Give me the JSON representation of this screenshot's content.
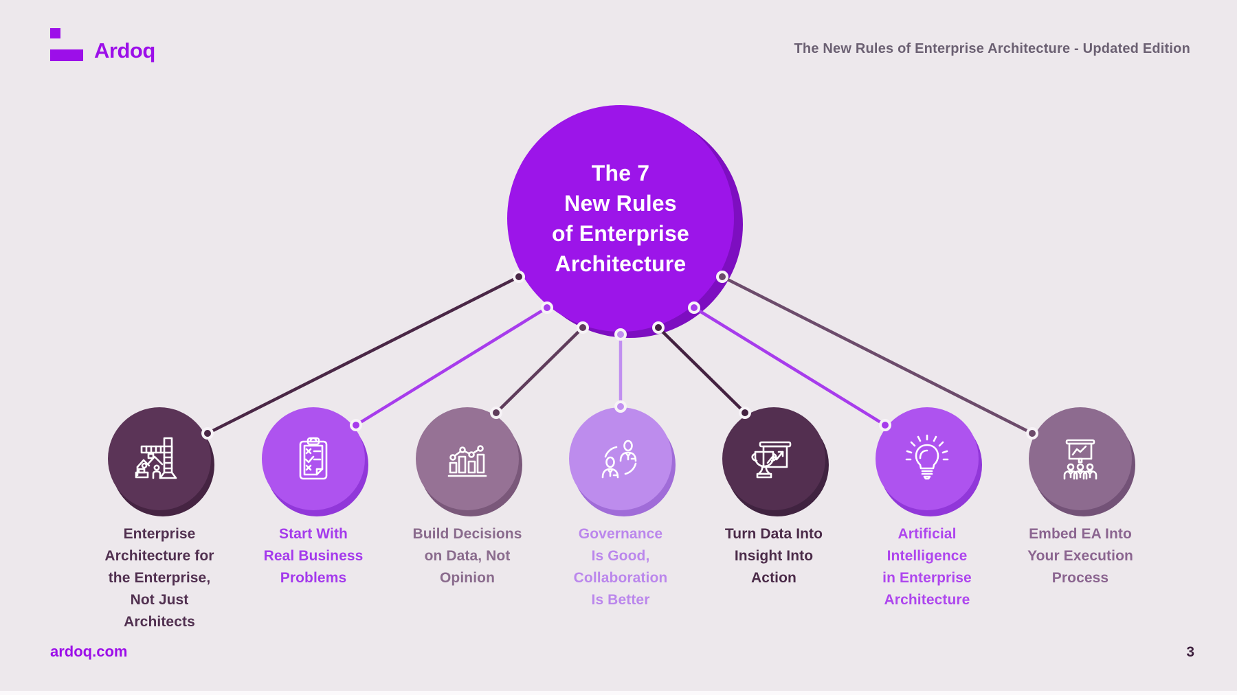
{
  "background": "#EDE8EC",
  "header": {
    "logo": {
      "text": "Ardoq",
      "color": "#9C0FE9"
    },
    "edition": {
      "prefix": "The New Rules of Enterprise Architecture - ",
      "bold": "Updated Edition",
      "color": "#6B6072"
    }
  },
  "center_circle": {
    "title": "The 7\nNew Rules\nof Enterprise\nArchitecture",
    "fill": "#9C15E9",
    "shadow": "#7D0EC0",
    "text_color": "#FFFFFF"
  },
  "rules": [
    {
      "label": "Enterprise\nArchitecture for\nthe Enterprise,\nNot Just\nArchitects",
      "icon": "construction-crane-icon",
      "circle_color": "#5B3457",
      "shadow_color": "#452442",
      "line_color": "#4A2746",
      "label_color": "#513050"
    },
    {
      "label": "Start With\nReal Business\nProblems",
      "icon": "clipboard-checklist-icon",
      "circle_color": "#AE53EF",
      "shadow_color": "#9137D9",
      "line_color": "#A73CEC",
      "label_color": "#A43AEC"
    },
    {
      "label": "Build Decisions\non Data, Not\nOpinion",
      "icon": "bar-chart-icon",
      "circle_color": "#967295",
      "shadow_color": "#7A587A",
      "line_color": "#5F3C5B",
      "label_color": "#8A6B8D"
    },
    {
      "label": "Governance\nIs Good,\nCollaboration\nIs Better",
      "icon": "collaboration-icon",
      "circle_color": "#BD8CED",
      "shadow_color": "#A06CD8",
      "line_color": "#C18FF0",
      "label_color": "#BB87EC"
    },
    {
      "label": "Turn Data Into\nInsight Into\nAction",
      "icon": "trophy-chart-icon",
      "circle_color": "#532F50",
      "shadow_color": "#402340",
      "line_color": "#432140",
      "label_color": "#4B2B49"
    },
    {
      "label": "Artificial\nIntelligence\nin Enterprise\nArchitecture",
      "icon": "lightbulb-icon",
      "circle_color": "#AE53EF",
      "shadow_color": "#9137D9",
      "line_color": "#A73CEC",
      "label_color": "#AE46EE"
    },
    {
      "label": "Embed EA Into\nYour Execution\nProcess",
      "icon": "presentation-audience-icon",
      "circle_color": "#8D6B8F",
      "shadow_color": "#735277",
      "line_color": "#6C4B6B",
      "label_color": "#8B6590"
    }
  ],
  "footer": {
    "website": "ardoq.com",
    "website_color": "#9C0FE9",
    "page_number": "3",
    "page_color": "#3D1F3D"
  }
}
